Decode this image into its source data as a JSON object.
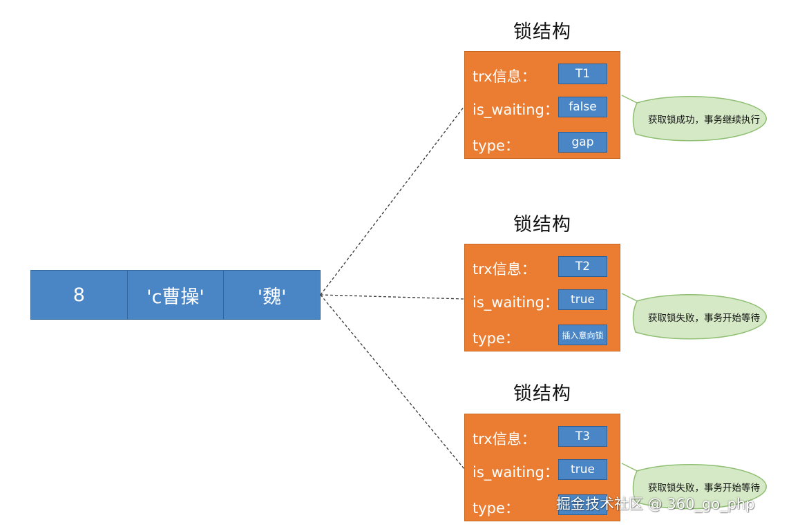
{
  "record": {
    "cells": [
      "8",
      "'c曹操'",
      "'魏'"
    ]
  },
  "locks": [
    {
      "title": "锁结构",
      "trx_label": "trx信息：",
      "trx_value": "T1",
      "waiting_label": "is_waiting：",
      "waiting_value": "false",
      "type_label": "type：",
      "type_value": "gap",
      "callout": "获取锁成功，事务继续执行"
    },
    {
      "title": "锁结构",
      "trx_label": "trx信息：",
      "trx_value": "T2",
      "waiting_label": "is_waiting：",
      "waiting_value": "true",
      "type_label": "type：",
      "type_value": "插入意向锁",
      "callout": "获取锁失败，事务开始等待"
    },
    {
      "title": "锁结构",
      "trx_label": "trx信息：",
      "trx_value": "T3",
      "waiting_label": "is_waiting：",
      "waiting_value": "true",
      "type_label": "type：",
      "type_value": "",
      "callout": "获取锁失败，事务开始等待"
    }
  ],
  "watermark": "掘金技术社区 @ 360_go_php",
  "colors": {
    "record_fill": "#4a86c6",
    "lock_fill": "#ea7d32",
    "value_fill": "#4a86c6",
    "callout_fill": "#d5e9c6",
    "callout_stroke": "#8fbf72"
  }
}
